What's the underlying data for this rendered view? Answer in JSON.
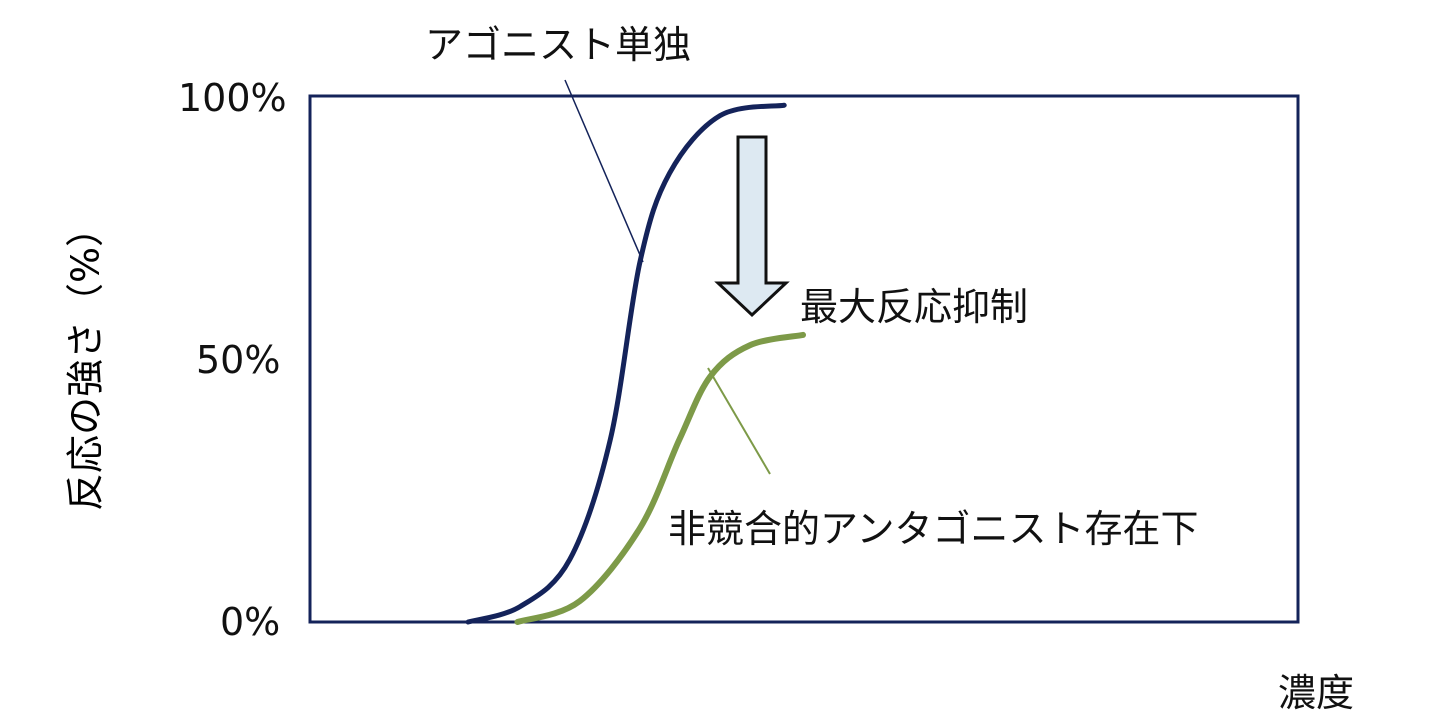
{
  "chart_data": {
    "type": "line",
    "title": "",
    "xlabel": "濃度",
    "ylabel": "反応の強さ（%）",
    "xlim": [
      0,
      100
    ],
    "ylim": [
      0,
      100
    ],
    "yticks": [
      {
        "value": 0,
        "label": "0%"
      },
      {
        "value": 50,
        "label": "50%"
      },
      {
        "value": 100,
        "label": "100%"
      }
    ],
    "grid": false,
    "series": [
      {
        "name": "アゴニスト単独",
        "color": "#14235a",
        "x": [
          16,
          21.3,
          26.3,
          30.4,
          33.4,
          36.4,
          41.5,
          48
        ],
        "y": [
          0,
          3,
          12,
          35,
          69,
          86,
          97,
          99
        ]
      },
      {
        "name": "非競合的アンタゴニスト存在下",
        "color": "#7d9a48",
        "x": [
          21,
          27.3,
          33.4,
          37.4,
          40.5,
          44.5,
          49.9
        ],
        "y": [
          0,
          4,
          18,
          35,
          47,
          53,
          55
        ]
      }
    ],
    "annotations": [
      {
        "text": "最大反応抑制",
        "type": "arrow-down",
        "fill": "#dde9f2"
      }
    ]
  }
}
